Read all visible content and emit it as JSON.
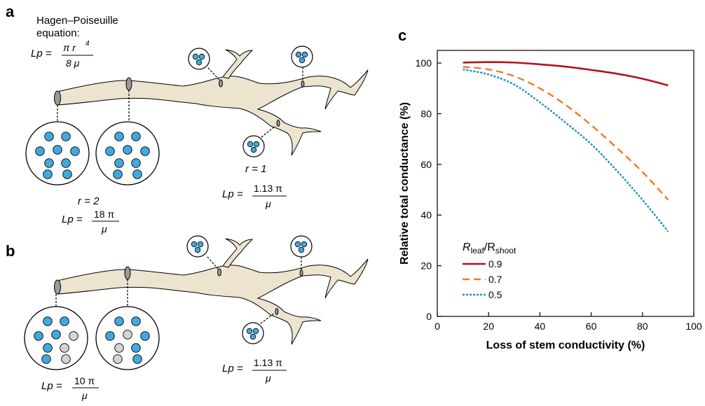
{
  "panel_a": {
    "letter": "a",
    "title_line1": "Hagen–Poiseuille",
    "title_line2": "equation:",
    "eq_lhs": "Lp =",
    "eq_num": "π r",
    "eq_exp": "4",
    "eq_den": "8 μ",
    "r_left": "r = 2",
    "lp_left_lhs": "Lp =",
    "lp_left_num": "18 π",
    "lp_left_den": "μ",
    "r_right": "r = 1",
    "lp_right_lhs": "Lp =",
    "lp_right_num": "1.13 π",
    "lp_right_den": "μ"
  },
  "panel_b": {
    "letter": "b",
    "lp_left_lhs": "Lp =",
    "lp_left_num": "10 π",
    "lp_left_den": "μ",
    "lp_right_lhs": "Lp =",
    "lp_right_num": "1.13 π",
    "lp_right_den": "μ"
  },
  "colors": {
    "vessel_fill": "#3fa9df",
    "embolized_fill": "#d4d4d4",
    "stem_fill": "#ece4cf",
    "stem_cross_section": "#9a9a9a",
    "series_09": "#b3121f",
    "series_07": "#ef7a23",
    "series_05": "#1e8fc7"
  },
  "chart_data": {
    "type": "line",
    "panel_letter": "c",
    "xlabel": "Loss of stem conductivity (%)",
    "ylabel": "Relative total conductance (%)",
    "xlim": [
      0,
      100
    ],
    "ylim": [
      0,
      105
    ],
    "xticks": [
      0,
      20,
      40,
      60,
      80,
      100
    ],
    "yticks": [
      0,
      20,
      40,
      60,
      80,
      100
    ],
    "grid": false,
    "legend": {
      "title_main": "R",
      "title_sub1": "leaf",
      "title_sep": "/R",
      "title_sub2": "shoot",
      "placement": "bottom-left"
    },
    "series": [
      {
        "name": "0.9",
        "style": "solid",
        "color": "#b3121f",
        "x": [
          10,
          20,
          30,
          40,
          50,
          60,
          70,
          80,
          90
        ],
        "y": [
          100.2,
          100.4,
          100.2,
          99.5,
          98.6,
          97.3,
          95.8,
          93.8,
          91.2
        ]
      },
      {
        "name": "0.7",
        "style": "dashed",
        "color": "#ef7a23",
        "x": [
          10,
          20,
          30,
          40,
          50,
          60,
          70,
          80,
          90
        ],
        "y": [
          98.5,
          97.5,
          94.8,
          90.0,
          83.5,
          75.5,
          66.5,
          57.0,
          46.0
        ]
      },
      {
        "name": "0.5",
        "style": "dotted",
        "color": "#1e8fc7",
        "x": [
          10,
          20,
          30,
          40,
          50,
          60,
          70,
          80,
          90
        ],
        "y": [
          97.5,
          95.5,
          91.5,
          84.5,
          76.5,
          68.0,
          57.5,
          46.0,
          33.5
        ]
      }
    ]
  }
}
